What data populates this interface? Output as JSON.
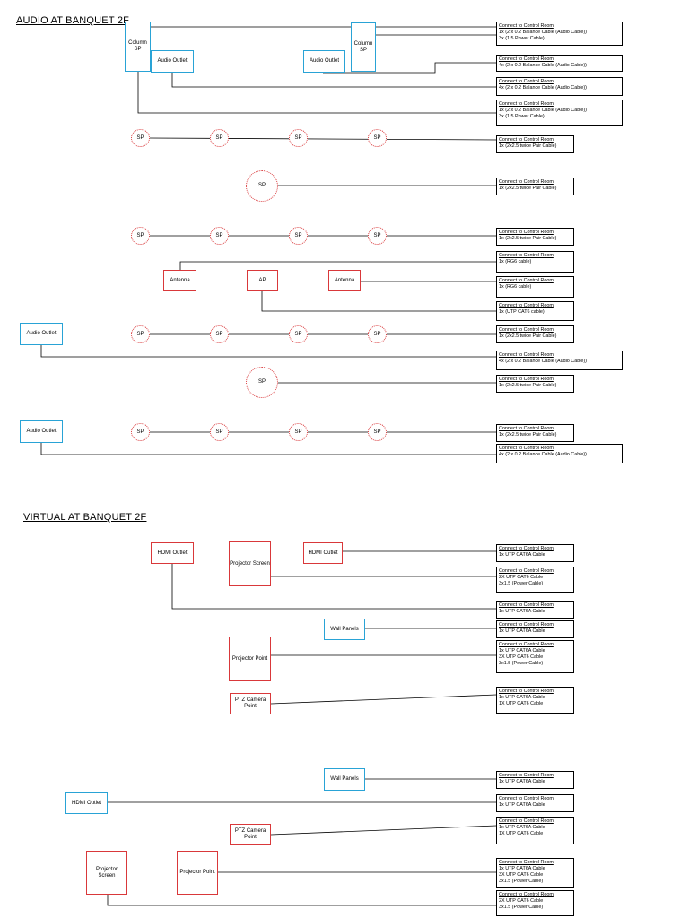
{
  "audio": {
    "title": "AUDIO AT BANQUET 2F"
  },
  "virtual": {
    "title": "VIRTUAL AT BANQUET 2F"
  },
  "nodes": {
    "column_sp": "Column SP",
    "audio_outlet": "Audio Outlet",
    "sp": "SP",
    "antenna": "Antenna",
    "ap": "AP",
    "hdmi_outlet": "HDMI Outlet",
    "projector_screen": "Projector Screen",
    "projector_point": "Projector Point",
    "wall_panels": "Wall Panels",
    "ptz_camera_point": "PTZ Camera Point"
  },
  "boxes": [
    {
      "header": "Connect to Control Room",
      "lines": [
        "1x (2 x 0.2 Balance Cable (Audio Cable))",
        "3x (1.5 Power Cable)"
      ]
    },
    {
      "header": "Connect to Control Room",
      "lines": [
        "4x (2 x 0.2 Balance Cable (Audio Cable))"
      ]
    },
    {
      "header": "Connect to Control Room",
      "lines": [
        "4x (2 x 0.2 Balance Cable (Audio Cable))"
      ]
    },
    {
      "header": "Connect to Control Room",
      "lines": [
        "1x (2 x 0.2 Balance Cable (Audio Cable))",
        "3x (1.5 Power Cable)"
      ]
    },
    {
      "header": "Connect to Control Room",
      "lines": [
        "1x (2x2.5 twice Pair Cable)"
      ]
    },
    {
      "header": "Connect to Control Room",
      "lines": [
        "1x (2x2.5 twice Pair Cable)"
      ]
    },
    {
      "header": "Connect to Control Room",
      "lines": [
        "1x (2x2.5 twice Pair Cable)"
      ]
    },
    {
      "header": "Connect to Control Room",
      "lines": [
        "1x (RG6 cable)"
      ]
    },
    {
      "header": "Connect to Control Room",
      "lines": [
        "1x (RG6 cable)"
      ]
    },
    {
      "header": "Connect to Control Room",
      "lines": [
        "1x (UTP CAT6 cable)"
      ]
    },
    {
      "header": "Connect to Control Room",
      "lines": [
        "1x (2x2.5 twice Pair Cable)"
      ]
    },
    {
      "header": "Connect to Control Room",
      "lines": [
        "4x (2 x 0.2 Balance Cable (Audio Cable))"
      ]
    },
    {
      "header": "Connect to Control Room",
      "lines": [
        "1x (2x2.5 twice Pair Cable)"
      ]
    },
    {
      "header": "Connect to Control Room",
      "lines": [
        "1x (2x2.5 twice Pair Cable)"
      ]
    },
    {
      "header": "Connect to Control Room",
      "lines": [
        "4x (2 x 0.2 Balance Cable (Audio Cable))"
      ]
    },
    {
      "header": "Connect to Control Room",
      "lines": [
        "1x UTP CAT6A Cable"
      ]
    },
    {
      "header": "Connect to Control Room",
      "lines": [
        "2X UTP CAT6 Cable",
        "3x1.5 (Power Cable)"
      ]
    },
    {
      "header": "Connect to Control Room",
      "lines": [
        "1x UTP CAT6A Cable"
      ]
    },
    {
      "header": "Connect to Control Room",
      "lines": [
        "1x UTP CAT6A Cable"
      ]
    },
    {
      "header": "Connect to Control Room",
      "lines": [
        "1x UTP CAT6A Cable",
        "3X UTP CAT6 Cable",
        "3x1.5 (Power Cable)"
      ]
    },
    {
      "header": "Connect to Control Room",
      "lines": [
        "1x UTP CAT6A Cable",
        "1X UTP CAT6 Cable"
      ]
    },
    {
      "header": "Connect to Control Room",
      "lines": [
        "1x UTP CAT6A Cable"
      ]
    },
    {
      "header": "Connect to Control Room",
      "lines": [
        "1x UTP CAT6A Cable"
      ]
    },
    {
      "header": "Connect to Control Room",
      "lines": [
        "1x UTP CAT6A Cable",
        "1X UTP CAT6 Cable"
      ]
    },
    {
      "header": "Connect to Control Room",
      "lines": [
        "1x UTP CAT6A Cable",
        "3X UTP CAT6 Cable",
        "3x1.5 (Power Cable)"
      ]
    },
    {
      "header": "Connect to Control Room",
      "lines": [
        "2X UTP CAT6 Cable",
        "3x1.5 (Power Cable)"
      ]
    }
  ]
}
